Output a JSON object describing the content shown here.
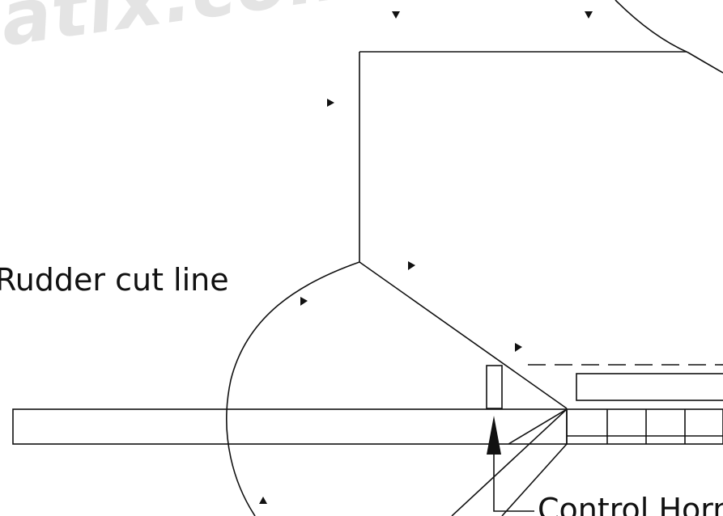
{
  "watermark": {
    "text": "atix.com"
  },
  "labels": {
    "rudder_cut_line": "Rudder cut line",
    "control_horn": "Control Horn"
  },
  "colors": {
    "line": "#111111",
    "background": "#ffffff",
    "watermark": "#e4e4e4"
  }
}
